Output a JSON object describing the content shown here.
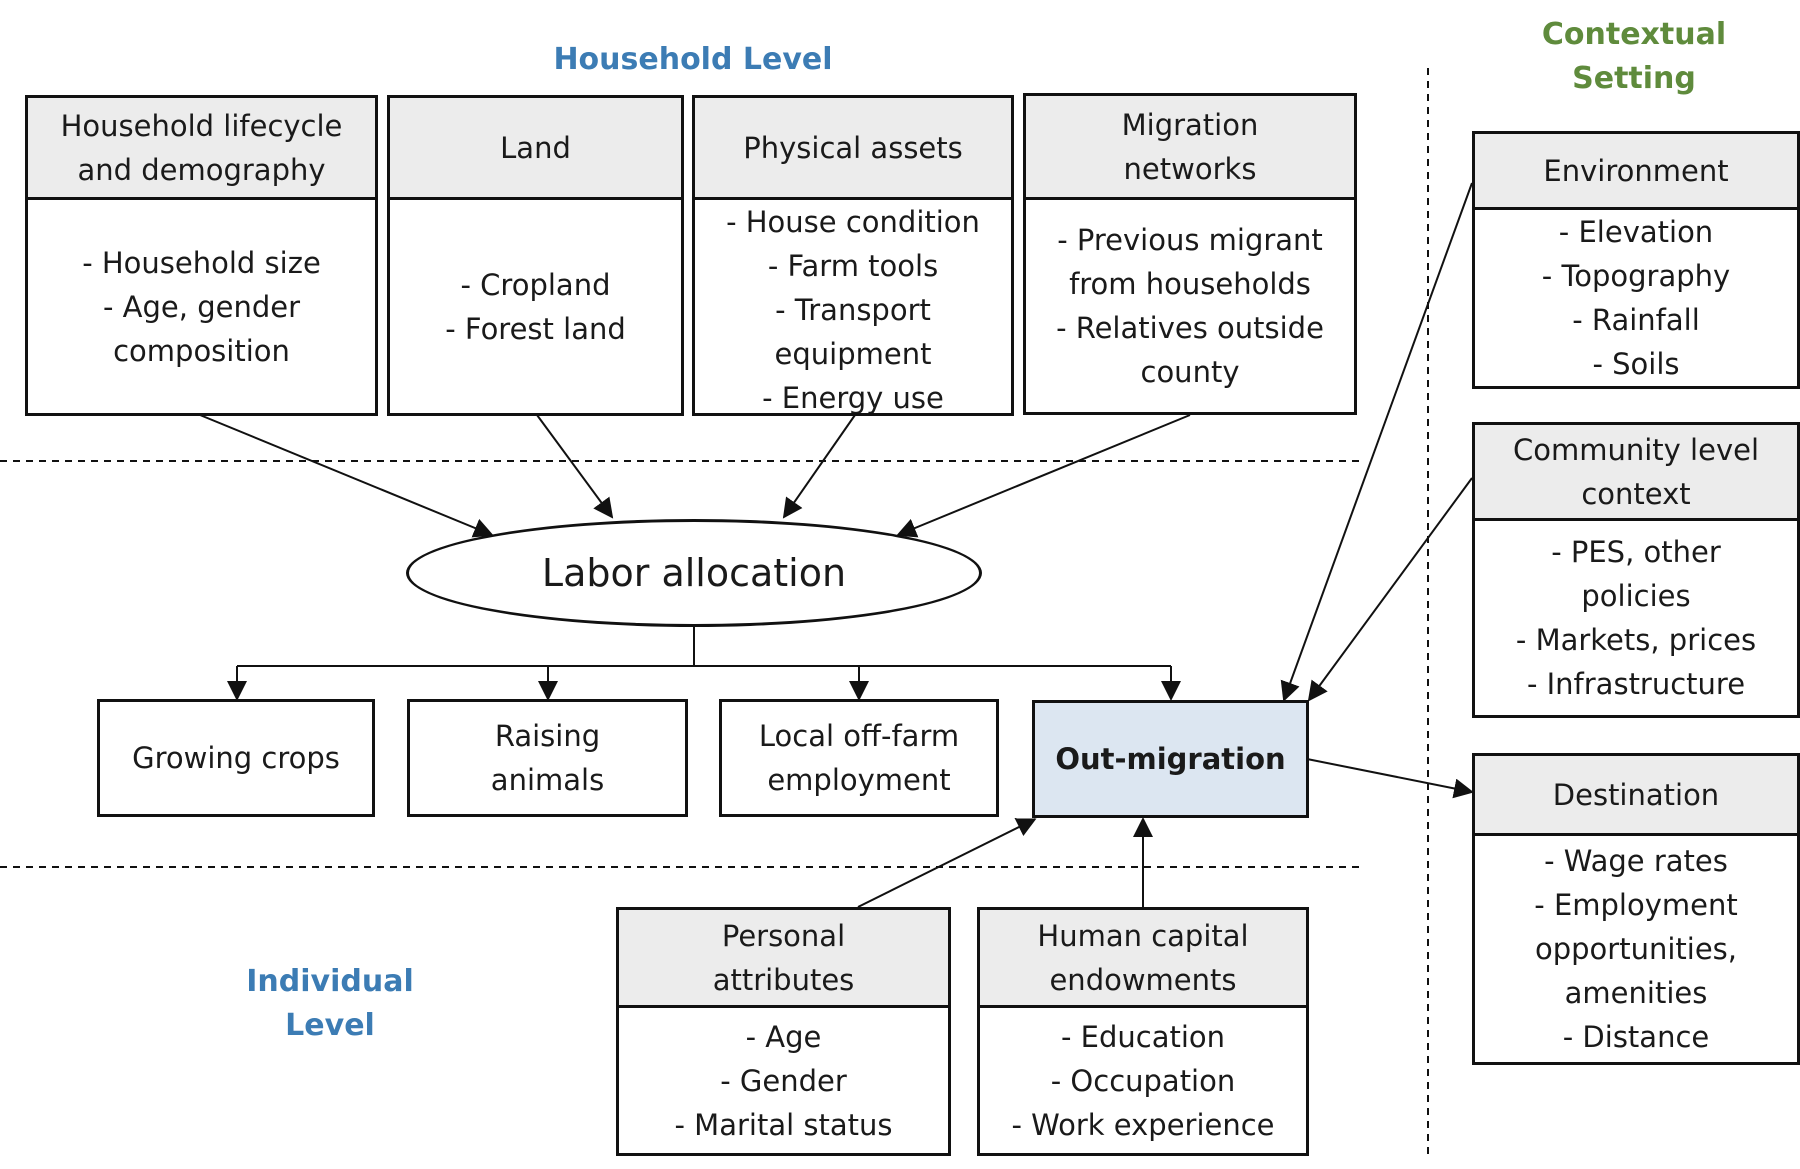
{
  "levels": {
    "household": "Household Level",
    "individual": [
      "Individual",
      "Level"
    ],
    "context": [
      "Contextual",
      "Setting"
    ]
  },
  "household_boxes": [
    {
      "title": [
        "Household lifecycle",
        "and demography"
      ],
      "items": [
        "- Household size",
        "- Age, gender",
        "composition"
      ]
    },
    {
      "title": [
        "Land"
      ],
      "items": [
        "- Cropland",
        "- Forest land"
      ]
    },
    {
      "title": [
        "Physical assets"
      ],
      "items": [
        "- House condition",
        "- Farm tools",
        "- Transport",
        "equipment",
        "- Energy use"
      ]
    },
    {
      "title": [
        "Migration",
        "networks"
      ],
      "items": [
        "- Previous migrant",
        "from households",
        "- Relatives outside",
        "county"
      ]
    }
  ],
  "center": "Labor allocation",
  "activities": [
    {
      "lines": [
        "Growing crops"
      ]
    },
    {
      "lines": [
        "Raising",
        "animals"
      ]
    },
    {
      "lines": [
        "Local off-farm",
        "employment"
      ]
    },
    {
      "lines": [
        "Out-migration"
      ]
    }
  ],
  "individual_boxes": [
    {
      "title": [
        "Personal",
        "attributes"
      ],
      "items": [
        "- Age",
        "- Gender",
        "- Marital status"
      ]
    },
    {
      "title": [
        "Human capital",
        "endowments"
      ],
      "items": [
        "- Education",
        "- Occupation",
        "- Work experience"
      ]
    }
  ],
  "context_boxes": [
    {
      "title": [
        "Environment"
      ],
      "items": [
        "- Elevation",
        "- Topography",
        "- Rainfall",
        "- Soils"
      ]
    },
    {
      "title": [
        "Community level",
        "context"
      ],
      "items": [
        "- PES, other",
        "policies",
        "- Markets, prices",
        "- Infrastructure"
      ]
    },
    {
      "title": [
        "Destination"
      ],
      "items": [
        "- Wage rates",
        "- Employment",
        "opportunities,",
        "amenities",
        "- Distance"
      ]
    }
  ],
  "colors": {
    "level_blue": "#3c7cb4",
    "context_green": "#5f8b3c",
    "header_gray": "#ececec",
    "highlight": "#dce6f1"
  }
}
